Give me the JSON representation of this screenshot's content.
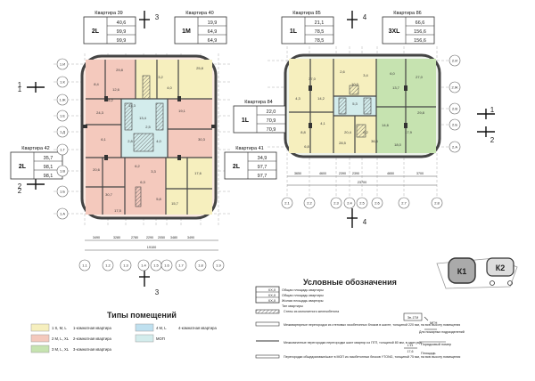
{
  "apt_boxes": [
    {
      "title": "Квартира 39",
      "type": "2L",
      "v1": "40,6",
      "v2": "99,9",
      "v3": "99,9"
    },
    {
      "title": "Квартира 40",
      "type": "1M",
      "v1": "19,9",
      "v2": "64,9",
      "v3": "64,9"
    },
    {
      "title": "Квартира 84",
      "type": "1L",
      "v1": "22,0",
      "v2": "70,9",
      "v3": "70,9"
    },
    {
      "title": "Квартира 41",
      "type": "2L",
      "v1": "34,9",
      "v2": "97,7",
      "v3": "97,7"
    },
    {
      "title": "Квартира 42",
      "type": "2L",
      "v1": "35,7",
      "v2": "98,1",
      "v3": "98,1"
    },
    {
      "title": "Квартира 85",
      "type": "1L",
      "v1": "21,1",
      "v2": "78,5",
      "v3": "78,5"
    },
    {
      "title": "Квартира 86",
      "type": "3XL",
      "v1": "66,6",
      "v2": "156,6",
      "v3": "156,6"
    }
  ],
  "sections": [
    {
      "n1": "1",
      "n2": "1"
    },
    {
      "n1": "2",
      "n2": "2"
    },
    {
      "n1": "3",
      "n2": "3"
    },
    {
      "n1": "4",
      "n2": "4"
    }
  ],
  "grid_left_rows": [
    "1.И",
    "1.К",
    "1.Ж",
    "1.Е",
    "1.Д",
    "1.Г",
    "1.В",
    "1.Б",
    "1.А"
  ],
  "grid_left_cols": [
    "1.1",
    "1.2",
    "1.3",
    "1.4",
    "1.5",
    "1.6",
    "1.7",
    "1.8",
    "1.9"
  ],
  "grid_right_rows": [
    "2.И",
    "2.Ж",
    "2.В",
    "2.Б",
    "2.А"
  ],
  "grid_right_cols": [
    "2.1",
    "2.2",
    "2.3",
    "2.4",
    "2.5",
    "2.6",
    "2.7",
    "2.8"
  ],
  "dims_left_bottom": [
    "3490",
    "3280",
    "2780",
    "2290",
    "2050",
    "3480",
    "3490"
  ],
  "dims_left_total": "19100",
  "dims_right_top": [
    "3650",
    "4600",
    "2390",
    "2390",
    "4650",
    "3700"
  ],
  "dims_right_total": "23700",
  "room_labels": [
    "29,8",
    "8,4",
    "12,6",
    "24,3",
    "6,2",
    "25,8",
    "3,2",
    "4,0",
    "14,3",
    "13,4",
    "19,1",
    "2,8",
    "4,0",
    "2,5",
    "6,2",
    "30,3",
    "6,1",
    "20,6",
    "30,7",
    "17,6",
    "3,3",
    "6,3",
    "15,7",
    "5,8",
    "17,5",
    "37,0",
    "4,3",
    "14,2",
    "2,6",
    "10,0",
    "3,4",
    "5,3",
    "20,4",
    "6,2",
    "8,8",
    "27,0",
    "6,0",
    "13,7",
    "17,9",
    "14,6",
    "29,8",
    "36,6",
    "4,1",
    "28,5",
    "18,0",
    "6,8"
  ],
  "room_types_title": "Типы помещений",
  "room_types": [
    {
      "code": "1 S, M, L",
      "name": "1-комнатная квартира",
      "color": "#f6efbe"
    },
    {
      "code": "2 M, L, XL",
      "name": "2-комнатная квартира",
      "color": "#f4c9bd"
    },
    {
      "code": "3 M, L, XL",
      "name": "3-комнатная квартира",
      "color": "#c6e3b0"
    },
    {
      "code": "4 M, L",
      "name": "4-комнатная квартира",
      "color": "#bfe0ef"
    },
    {
      "code": "МОП",
      "name": "",
      "color": "#d3ecec"
    }
  ],
  "conditions_title": "Условные обозначения",
  "conditions": {
    "box_rows": [
      "ХХ,Х",
      "ХХ,Х",
      "ХХ,Х"
    ],
    "box_labels": [
      "Общая площадь квартиры",
      "Общая площадь квартиры",
      "Жилая площадь квартиры"
    ],
    "type_label": "Тип квартиры",
    "lines": [
      "Стены из монолитного железобетона",
      "Межквартирные перегородки из стеновых газобетонных блоков в шахте, толщиной 220 мм, на всю высоту помещения",
      "Межкомнатные перегородки перегородки шахт квартир из ПГП, толщиной 80 мм, в один ряд",
      "Перегородки общедомовые/шахт в МОП из газобетонных блоков YTONG, толщиной 75 мм, на всю высоту помещения"
    ],
    "mgn_code": "Эн-1ТИ",
    "mgn_label": "МГН",
    "fire_label": "Для пожарных подразделений",
    "room_no_label": "Порядковый номер",
    "area_code_top": "1.11",
    "area_code_bottom": "17,6",
    "area_label": "Площадь"
  },
  "keyplan": {
    "k1": "К1",
    "k2": "К2"
  }
}
